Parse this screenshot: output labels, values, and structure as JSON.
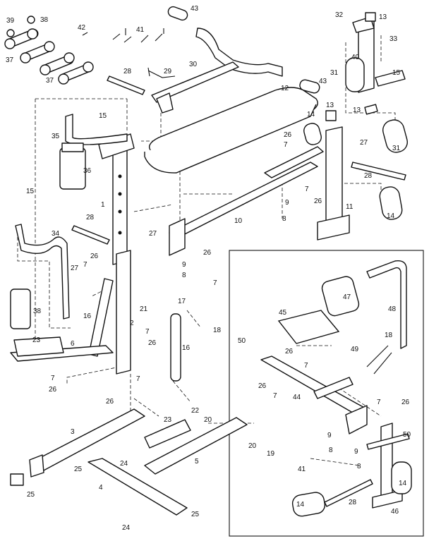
{
  "parts": {
    "p1": "1",
    "p2": "2",
    "p3": "3",
    "p4": "4",
    "p5": "5",
    "p6": "6",
    "p7": "7",
    "p8": "8",
    "p9": "9",
    "p10": "10",
    "p11": "11",
    "p12": "12",
    "p13": "13",
    "p14": "14",
    "p15": "15",
    "p16": "16",
    "p17": "17",
    "p18": "18",
    "p19": "19",
    "p20": "20",
    "p21": "21",
    "p22": "22",
    "p23": "23",
    "p24": "24",
    "p25": "25",
    "p26": "26",
    "p27": "27",
    "p28": "28",
    "p29": "29",
    "p30": "30",
    "p31": "31",
    "p32": "32",
    "p33": "33",
    "p34": "34",
    "p35": "35",
    "p36": "36",
    "p37": "37",
    "p38": "38",
    "p39": "39",
    "p40": "40",
    "p41": "41",
    "p42": "42",
    "p43": "43",
    "p44": "44",
    "p45": "45",
    "p46": "46",
    "p47": "47",
    "p48": "48",
    "p49": "49",
    "p50": "50"
  }
}
